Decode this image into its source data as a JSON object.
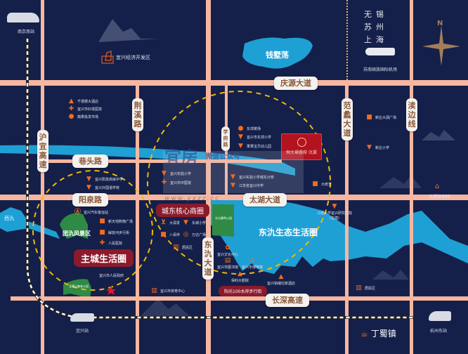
{
  "stations": {
    "nanjing_south": "南京南站",
    "yixing": "宜兴站",
    "hangzhou_east": "杭州东站"
  },
  "districts": {
    "econ_zone": "宜兴经济开发区",
    "cities": [
      "无锡",
      "苏州",
      "上海"
    ],
    "airport": "苏南硕放国际机场",
    "compass_n": "N",
    "dingshu": "丁蜀镇",
    "taihu_resort": "太湖度假村"
  },
  "water": {
    "qianshudang": "钱墅荡",
    "xijiu": "西氿",
    "tuanjiu": "团氿风景区",
    "dongjiu_park": "东氿雷鸣公园",
    "yongshan_park": "龙背山森林公园"
  },
  "roads": {
    "qingyuan": "庆源大道",
    "jingxi": "荆溪路",
    "xuefu": "学府路",
    "fanli": "范蠡大道",
    "dubian": "渎边线",
    "huyi": "沪宜高速",
    "xiangtou": "巷头路",
    "yangquan": "阳泉路",
    "taihu": "太湖大道",
    "dongjiu": "东氿大道",
    "changshen": "长深高速"
  },
  "project": {
    "name": "恒大珺睿府·氿棠"
  },
  "zones": {
    "main_city": "主城生活圈",
    "east_core": "城东核心商圈",
    "dongjiu_eco": "东氿生态生活圈",
    "sunshine": "阳光100水岸步行街"
  },
  "watermark": {
    "text": "微信公众号",
    "site": "www.yxzz.cc",
    "brand": "宜房"
  },
  "pois": {
    "nw": [
      "千禧楼大酒店",
      "宜兴市红塔医院",
      "蔬果批发市场"
    ],
    "n_school": [
      "宜兴阳羡高级中学",
      "宜兴外国语学校"
    ],
    "west": [
      "宜兴汽车客运站",
      "新天地购物广场",
      "解放河步行街",
      "人民医院"
    ],
    "gov": "宜兴市人民政府",
    "center_n": [
      "宜兴实验小学",
      "宜兴市中医院"
    ],
    "xuefu": [
      "东郊菜场",
      "宜兴市东郊小学",
      "果果宝贝幼儿园"
    ],
    "taihu_n": [
      "宜兴实验小学城东分校",
      "江苏省宜兴中学"
    ],
    "east_core": [
      "大润发",
      "东城小学",
      "八佰伴",
      "万达广场",
      "居民区"
    ],
    "sports": "宜兴市体育中心",
    "dongjiu": [
      "宜兴文化中心",
      "宜兴市图书馆",
      "宜兴市博物馆",
      "保利大剧院",
      "宜兴铂瑞伦斯酒店"
    ],
    "east": [
      "新庄大润广场",
      "新庄小学",
      "大统华",
      "江南大学宜兴研究生院(在建)",
      "居民区"
    ]
  }
}
